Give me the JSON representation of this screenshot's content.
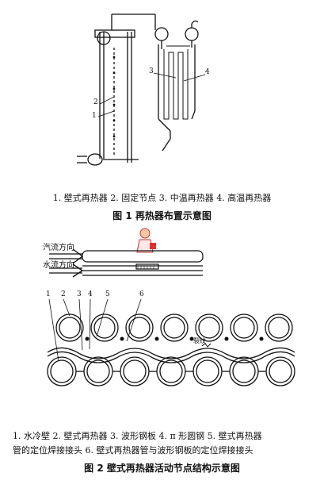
{
  "figure1": {
    "legend": "1. 壁式再热器   2. 固定节点   3. 中温再热器   4. 高温再热器",
    "title": "图 1    再热器布置示意图",
    "labels": [
      "2",
      "1",
      "3",
      "4"
    ]
  },
  "figure2": {
    "flow_steam": "汽流方向",
    "flow_water": "水流方向",
    "labels": [
      "1",
      "2",
      "3",
      "4",
      "5",
      "6"
    ],
    "crack_label": "裂纹",
    "legend_line1": "1. 水冷壁   2. 壁式再热器   3. 波形钢板   4. π 形圆钢   5. 壁式再热器",
    "legend_line2": "管的定位焊接接头   6. 壁式再热器管与波形钢板的定位焊接接头",
    "title": "图 2    壁式再热器活动节点结构示意图"
  }
}
